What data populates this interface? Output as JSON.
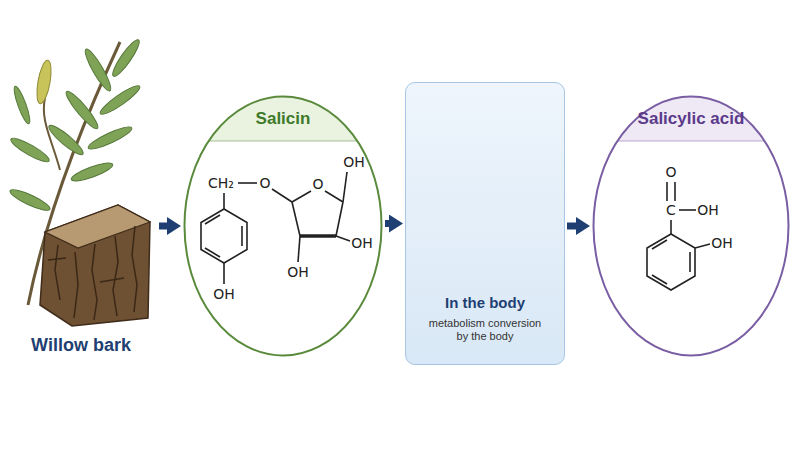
{
  "diagram": {
    "nodes": [
      {
        "text": [
          "Willow bark"
        ]
      },
      {
        "text": [
          "Salicin"
        ]
      },
      {
        "text": [
          "In the body",
          "metabolism conversion by the body"
        ]
      },
      {
        "text": [
          "Salicylic acid"
        ]
      }
    ],
    "edges": [
      {
        "from": 0,
        "to": 1,
        "arrow": "to"
      },
      {
        "from": 1,
        "to": 2,
        "arrow": "to"
      },
      {
        "from": 2,
        "to": 3,
        "arrow": "to"
      }
    ],
    "labels": [
      "CH₂",
      "O",
      "O",
      "OH",
      "OH",
      "OH",
      "OH",
      "O",
      "C",
      "OH",
      "OH"
    ]
  }
}
